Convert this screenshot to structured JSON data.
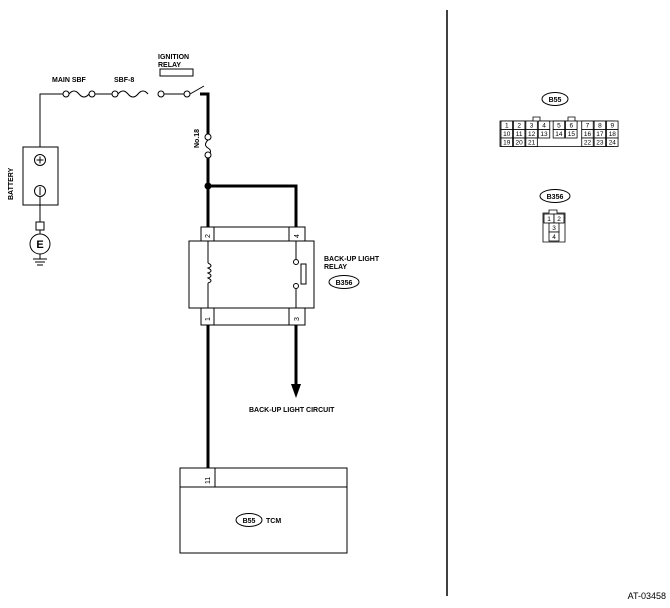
{
  "labels": {
    "main_sbf": "MAIN SBF",
    "sbf8": "SBF-8",
    "ignition_relay_line1": "IGNITION",
    "ignition_relay_line2": "RELAY",
    "fuse_no18": "No.18",
    "battery": "BATTERY",
    "ground": "E",
    "backup_relay_line1": "BACK-UP LIGHT",
    "backup_relay_line2": "RELAY",
    "backup_circuit": "BACK-UP LIGHT CIRCUIT",
    "tcm": "TCM",
    "figure_code": "AT-03458"
  },
  "connectors": {
    "b55": "B55",
    "b356": "B356"
  },
  "relay_pins": {
    "top_left": "2",
    "top_right": "4",
    "bottom_left": "1",
    "bottom_right": "3"
  },
  "tcm_pin": "11",
  "b55_pinout": {
    "row1": [
      "1",
      "2",
      "3",
      "4",
      "5",
      "6",
      "7",
      "8",
      "9"
    ],
    "row2": [
      "10",
      "11",
      "12",
      "13",
      "14",
      "15",
      "16",
      "17",
      "18"
    ],
    "row3": [
      "19",
      "20",
      "21",
      "22",
      "23",
      "24"
    ]
  },
  "b356_pinout": {
    "row1": [
      "1",
      "2"
    ],
    "row2": [
      "3"
    ],
    "row3": [
      "4"
    ]
  }
}
